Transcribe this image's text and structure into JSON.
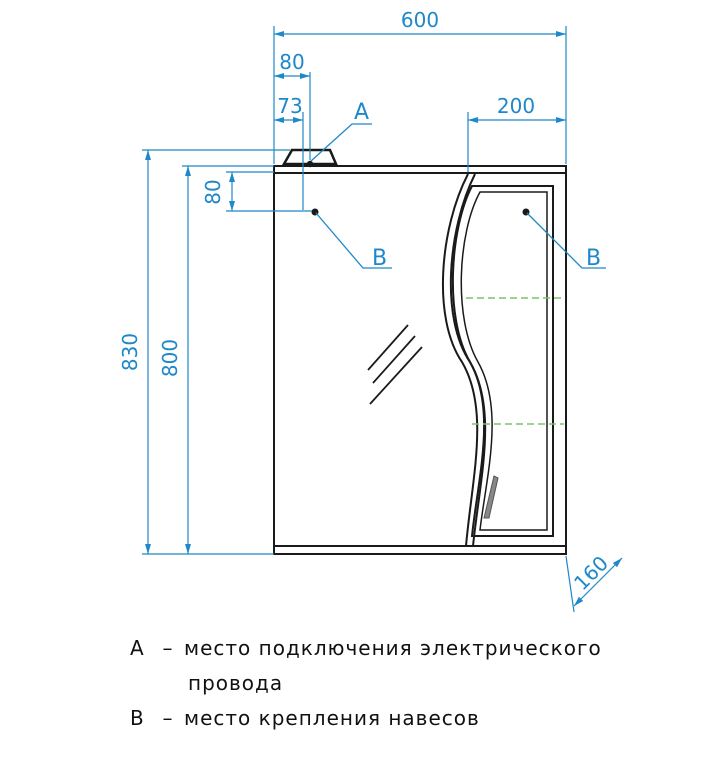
{
  "dimensions": {
    "total_width": "600",
    "width_80": "80",
    "width_73": "73",
    "cabinet_width": "200",
    "height_80": "80",
    "total_height": "830",
    "body_height": "800",
    "depth": "160"
  },
  "callouts": {
    "a": "A",
    "b": "B"
  },
  "legend": {
    "a_letter": "A",
    "b_letter": "B",
    "dash": "–",
    "a_text_line1": "место подключения электрического",
    "a_text_line2": "провода",
    "b_text": "место крепления навесов"
  },
  "colors": {
    "dimension": "#1e88c8",
    "outline": "#1a1a1a",
    "shelf": "#7ac36a"
  }
}
